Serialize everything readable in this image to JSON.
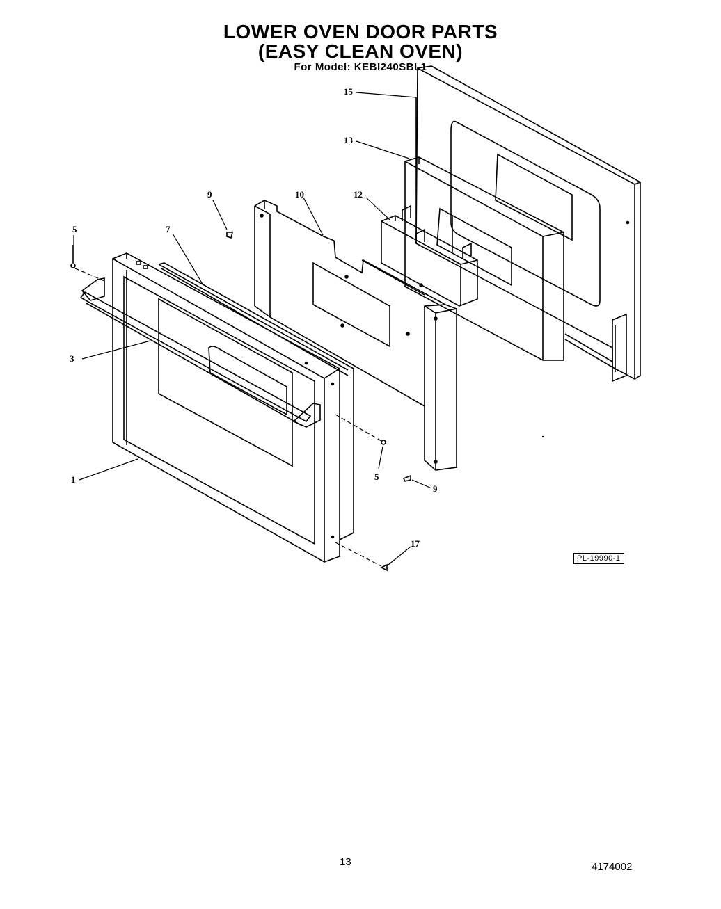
{
  "header": {
    "title_line1": "LOWER OVEN DOOR PARTS",
    "title_line2": "(EASY CLEAN OVEN)",
    "model_line": "For Model: KEBI240SBL1"
  },
  "diagram": {
    "reference_code": "PL-19990-1",
    "callouts": {
      "c15": "15",
      "c13": "13",
      "c12": "12",
      "c10": "10",
      "c9_top": "9",
      "c7": "7",
      "c5_top": "5",
      "c3": "3",
      "c1": "1",
      "c5_bottom": "5",
      "c9_bottom": "9",
      "c17": "17"
    }
  },
  "footer": {
    "page_number": "13",
    "document_number": "4174002"
  }
}
